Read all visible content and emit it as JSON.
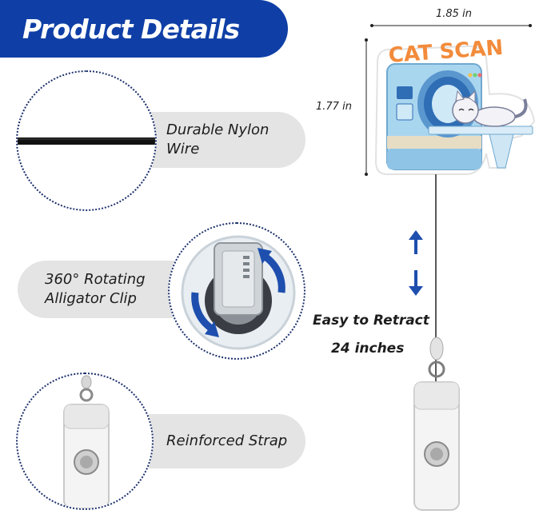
{
  "banner": {
    "title": "Product Details"
  },
  "features": [
    {
      "label_line1": "Durable Nylon",
      "label_line2": "Wire"
    },
    {
      "label_line1": "360° Rotating",
      "label_line2": "Alligator Clip"
    },
    {
      "label_line1": "Reinforced Strap",
      "label_line2": ""
    }
  ],
  "product": {
    "badge_text": "CAT SCAN",
    "width_label": "1.85 in",
    "height_label": "1.77 in",
    "retract_label": "Easy to Retract",
    "length_label": "24 inches"
  },
  "colors": {
    "brand_blue": "#0f3fa6",
    "pill_gray": "#e4e4e4",
    "badge_orange": "#f28b3b",
    "scanner_blue": "#a9d6ef"
  }
}
